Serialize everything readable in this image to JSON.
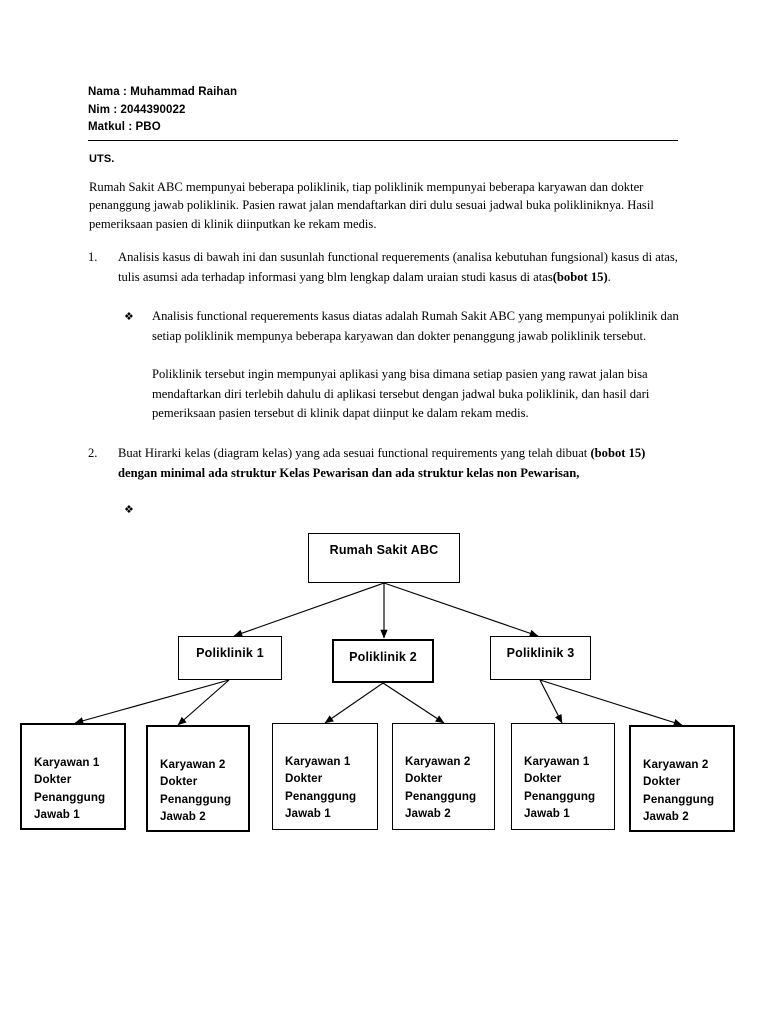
{
  "header": {
    "lines": [
      "Nama : Muhammad Raihan",
      "Nim : 2044390022",
      "Matkul : PBO"
    ]
  },
  "body": {
    "uts_label": "UTS.",
    "intro": "Rumah Sakit ABC mempunyai beberapa poliklinik, tiap poliklinik mempunyai beberapa karyawan dan dokter penanggung jawab poliklinik. Pasien rawat jalan mendaftarkan diri dulu sesuai jadwal buka polikliniknya. Hasil pemeriksaan pasien di klinik diinputkan ke rekam medis.",
    "items": [
      {
        "marker": "1.",
        "text_plain": "Analisis kasus di bawah ini dan susunlah functional requerements (analisa kebutuhan fungsional) kasus di atas, tulis asumsi ada terhadap informasi yang blm lengkap dalam uraian studi kasus di atas",
        "text_bold": "(bobot 15)",
        "text_tail": "."
      },
      {
        "marker": "2.",
        "text_plain": "Buat Hirarki kelas (diagram kelas) yang ada sesuai functional requirements yang telah dibuat ",
        "text_bold": "(bobot 15) dengan minimal ada struktur Kelas Pewarisan dan ada struktur kelas non Pewarisan,",
        "text_tail": ""
      }
    ],
    "bullet_glyph": "❖",
    "sub_bullets": [
      {
        "text": "Analisis functional requerements kasus diatas adalah Rumah Sakit ABC yang mempunyai poliklinik dan setiap poliklinik mempunya beberapa karyawan dan dokter penanggung jawab poliklinik tersebut."
      },
      {
        "text": ""
      }
    ],
    "sub_paragraph": "Poliklinik tersebut ingin mempunyai aplikasi yang bisa dimana setiap pasien yang rawat jalan bisa mendaftarkan diri terlebih dahulu di aplikasi tersebut dengan jadwal buka poliklinik, dan hasil dari pemeriksaan pasien tersebut di klinik dapat diinput ke dalam rekam medis."
  },
  "diagram": {
    "root": {
      "label": "Rumah Sakit ABC"
    },
    "clinics": [
      {
        "label": "Poliklinik 1"
      },
      {
        "label": "Poliklinik 2"
      },
      {
        "label": "Poliklinik 3"
      }
    ],
    "staff": [
      {
        "label": "Karyawan 1\nDokter\nPenanggung\nJawab 1"
      },
      {
        "label": "Karyawan 2\nDokter\nPenanggung\nJawab 2"
      },
      {
        "label": "Karyawan 1\nDokter\nPenanggung\nJawab 1"
      },
      {
        "label": "Karyawan 2\nDokter\nPenanggung\nJawab 2"
      },
      {
        "label": "Karyawan 1\nDokter\nPenanggung\nJawab 1"
      },
      {
        "label": "Karyawan 2\nDokter\nPenanggung\nJawab 2"
      }
    ],
    "colors": {
      "line": "#000000",
      "box_border": "#000000",
      "box_fill": "#ffffff"
    }
  }
}
